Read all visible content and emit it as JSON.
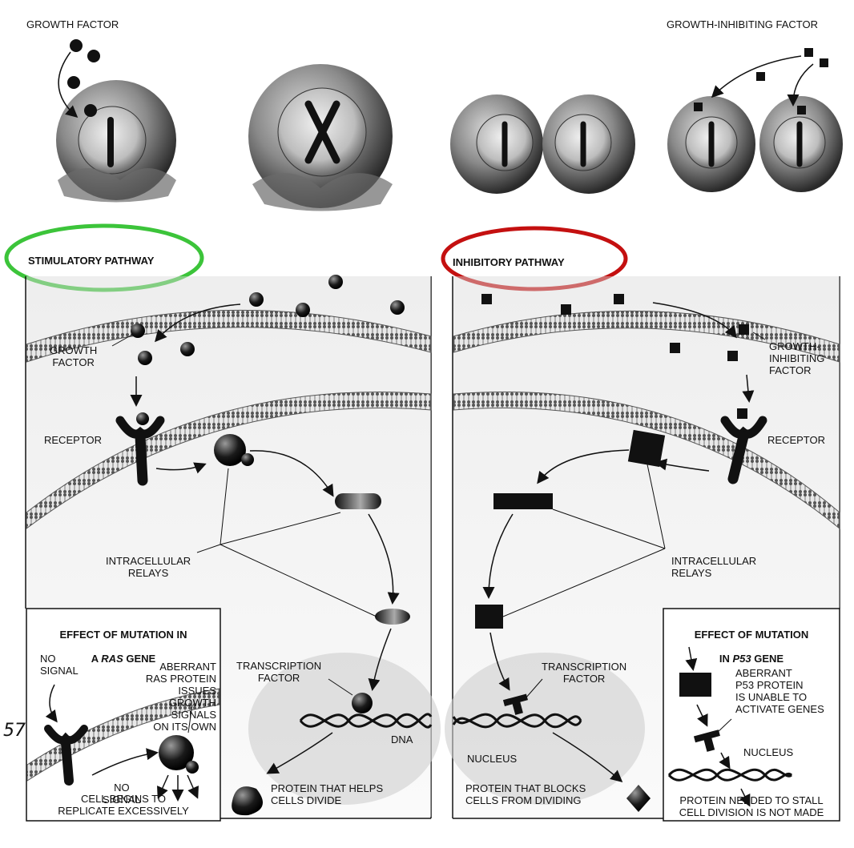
{
  "top_row": {
    "growth_factor_label": "GROWTH FACTOR",
    "growth_inhibiting_factor_label": "GROWTH-INHIBITING FACTOR"
  },
  "stimulatory": {
    "title": "STIMULATORY PATHWAY",
    "growth_factor_label": "GROWTH\nFACTOR",
    "receptor_label": "RECEPTOR",
    "relays_label": "INTRACELLULAR\nRELAYS",
    "transcription_factor_label": "TRANSCRIPTION\nFACTOR",
    "dna_label": "DNA",
    "protein_label": "PROTEIN THAT HELPS\nCELLS DIVIDE",
    "highlight_color": "#3cc43a"
  },
  "inhibitory": {
    "title": "INHIBITORY PATHWAY",
    "growth_inhibiting_factor_label": "GROWTH-\nINHIBITING\nFACTOR",
    "receptor_label": "RECEPTOR",
    "relays_label": "INTRACELLULAR\nRELAYS",
    "transcription_factor_label": "TRANSCRIPTION\nFACTOR",
    "nucleus_label": "NUCLEUS",
    "protein_label": "PROTEIN THAT BLOCKS\nCELLS FROM DIVIDING",
    "highlight_color": "#c41010"
  },
  "ras_box": {
    "title_line1": "EFFECT OF MUTATION IN",
    "title_prefix": "A ",
    "title_gene": "RAS",
    "title_suffix": " GENE",
    "no_signal_top": "NO\nSIGNAL",
    "aberrant_text": "ABERRANT\nRAS PROTEIN\nISSUES GROWTH\nSIGNALS\nON ITS OWN",
    "no_signal_bottom": "NO\nSIGNAL",
    "result_text": "CELL BEGINS TO\nREPLICATE EXCESSIVELY"
  },
  "p53_box": {
    "title_line1": "EFFECT OF MUTATION",
    "title_prefix": "IN ",
    "title_gene": "P53",
    "title_suffix": " GENE",
    "aberrant_text": "ABERRANT\nP53 PROTEIN\nIS UNABLE TO\nACTIVATE GENES",
    "nucleus_label": "NUCLEUS",
    "result_text": "PROTEIN NEEDED TO STALL\nCELL DIVISION IS NOT MADE"
  },
  "margin_number": "57"
}
